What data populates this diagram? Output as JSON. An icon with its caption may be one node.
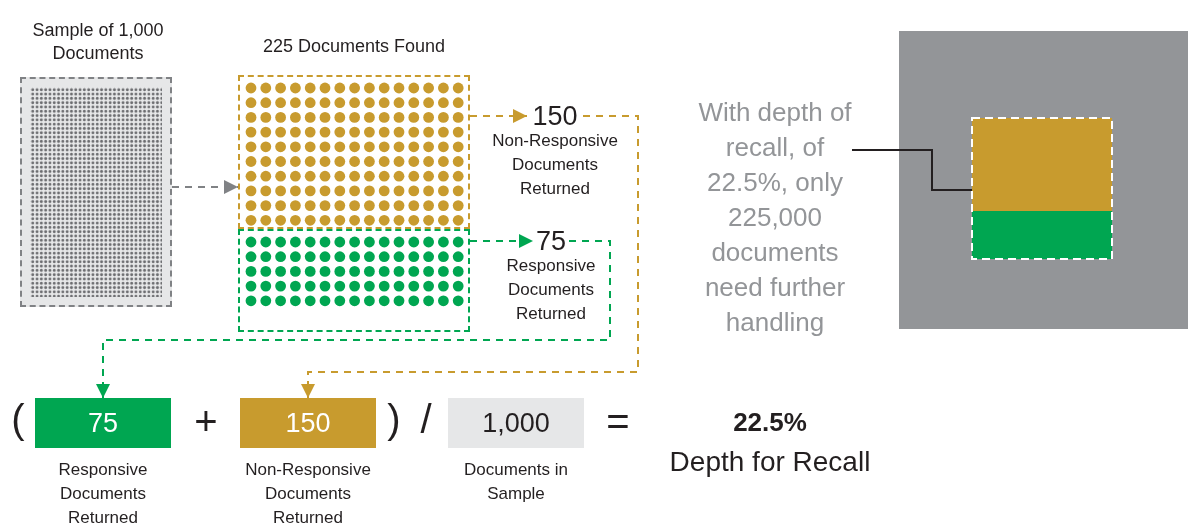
{
  "diagram": {
    "nodes": [
      {
        "text": [
          "Sample of 1,000 Documents"
        ]
      },
      {
        "text": [
          "225 Documents Found"
        ]
      },
      {
        "text": [],
        "shape": "box",
        "in": 1
      },
      {
        "text": [],
        "shape": "box",
        "in": 1
      },
      {
        "text": [
          "150"
        ],
        "beside": [
          "Non-Responsive Documents Returned"
        ]
      },
      {
        "text": [
          "75"
        ],
        "beside": [
          "Responsive Documents Returned"
        ]
      },
      {
        "text": [
          "75"
        ],
        "beside": [
          "Responsive Documents Returned"
        ]
      },
      {
        "text": [
          "150"
        ],
        "beside": [
          "Non-Responsive Documents Returned"
        ]
      },
      {
        "text": [
          "1,000"
        ],
        "beside": [
          "Documents in Sample"
        ]
      },
      {
        "text": [
          "With depth of recall, of 22.5%, only 225,000 documents need further handling"
        ]
      },
      {
        "text": [],
        "shape": "box"
      },
      {
        "text": [],
        "shape": "box",
        "in": 10
      },
      {
        "text": [],
        "shape": "box",
        "in": 10
      }
    ],
    "edges": [
      {
        "from": 0,
        "to": 1,
        "arrow": "to",
        "style": "dashed",
        "color": "#808285"
      },
      {
        "from": 2,
        "to": 4,
        "arrow": "to",
        "style": "dashed",
        "color": "#c89b2e"
      },
      {
        "from": 3,
        "to": 5,
        "arrow": "to",
        "style": "dashed",
        "color": "#00a651"
      },
      {
        "from": 4,
        "to": 7,
        "arrow": "to",
        "style": "dashed",
        "color": "#c89b2e"
      },
      {
        "from": 5,
        "to": 6,
        "arrow": "to",
        "style": "dashed",
        "color": "#00a651"
      },
      {
        "from": 9,
        "to": 11,
        "arrow": "none",
        "color": "#231f20"
      }
    ],
    "labels": [
      "(",
      "+",
      ")",
      "/",
      "=",
      "22.5%",
      "Depth for Recall"
    ]
  }
}
